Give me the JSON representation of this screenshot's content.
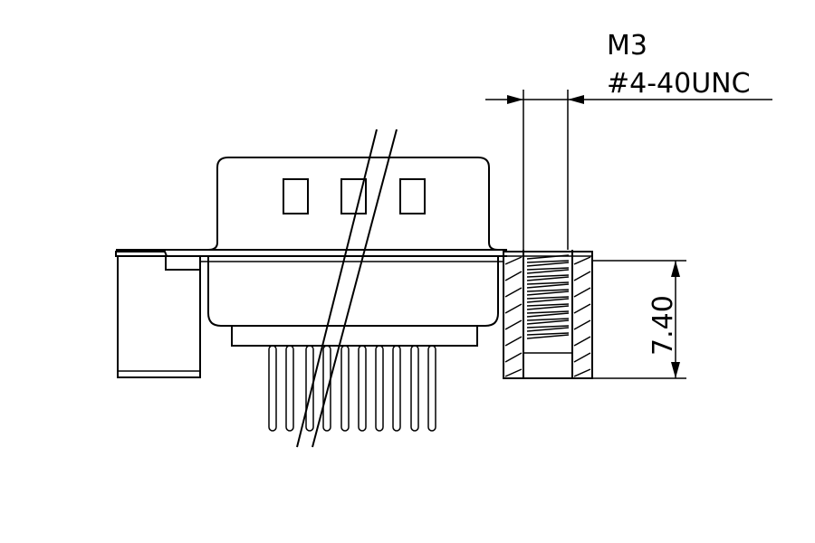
{
  "drawing": {
    "thread_metric": "M3",
    "thread_unc": "#4-40UNC",
    "height_dimension": "7.40"
  }
}
